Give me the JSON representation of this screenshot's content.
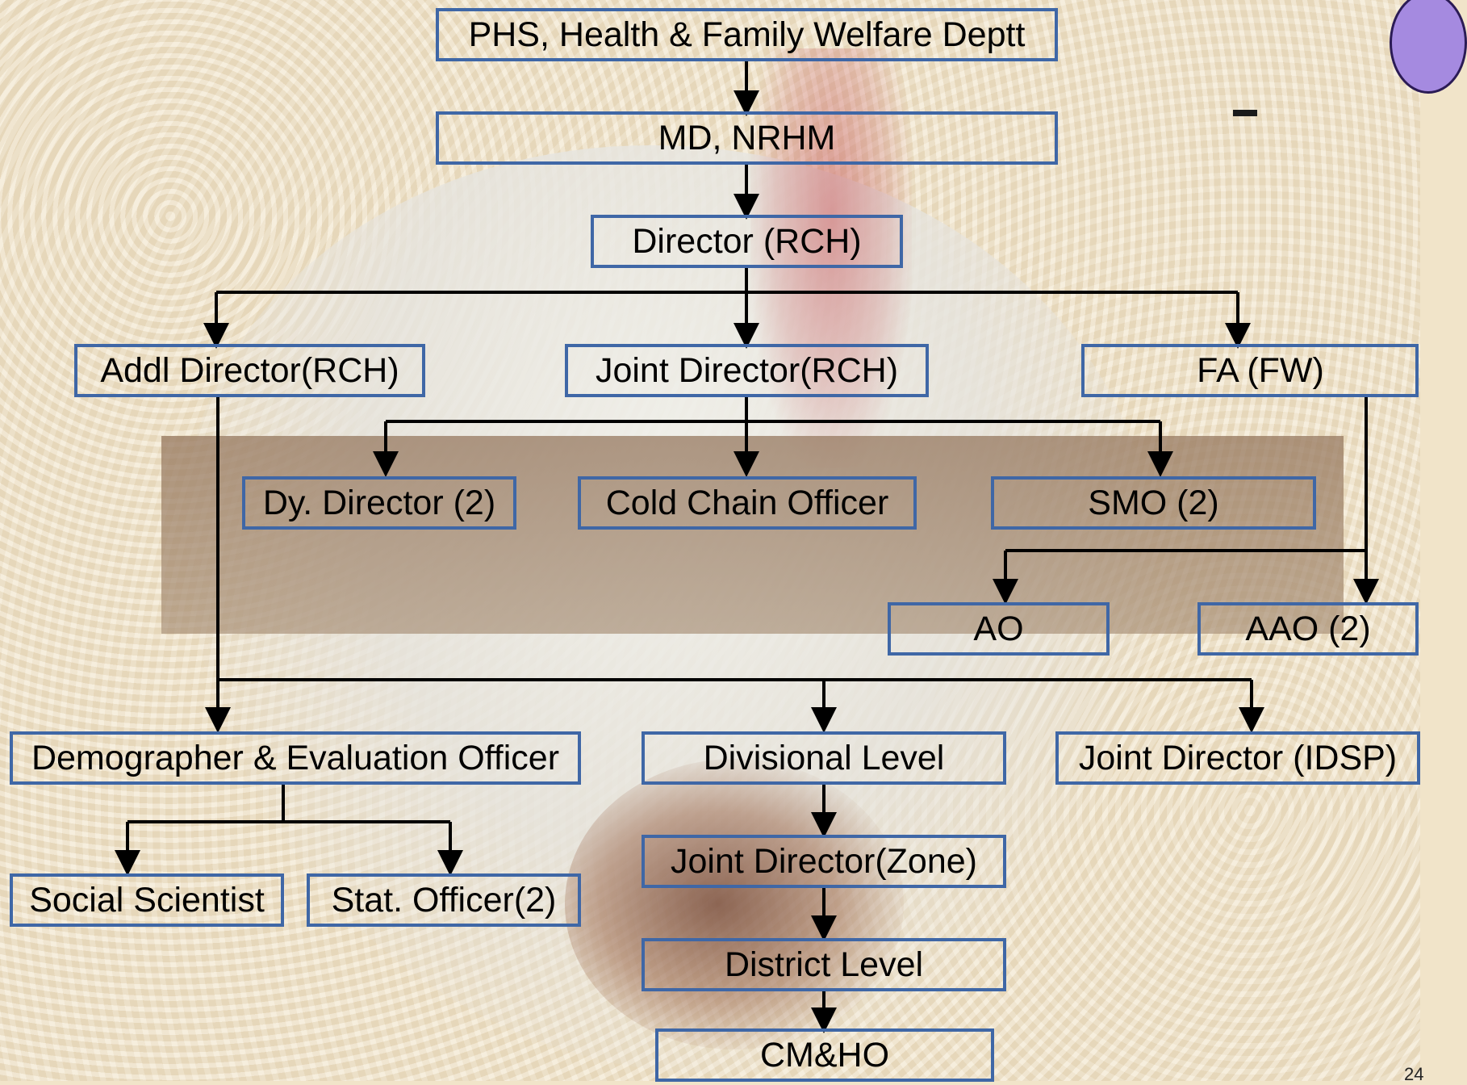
{
  "nodes": {
    "phs": "PHS, Health & Family Welfare Deptt",
    "md": "MD, NRHM",
    "director": "Director (RCH)",
    "addl_director": "Addl Director(RCH)",
    "joint_director_rch": "Joint Director(RCH)",
    "fa_fw": "FA (FW)",
    "dy_director": "Dy. Director (2)",
    "cold_chain": "Cold Chain Officer",
    "smo": "SMO (2)",
    "ao": "AO",
    "aao": "AAO (2)",
    "demographer": "Demographer & Evaluation Officer",
    "divisional": "Divisional Level",
    "joint_director_idsp": "Joint Director (IDSP)",
    "social_scientist": "Social Scientist",
    "stat_officer": "Stat. Officer(2)",
    "joint_director_zone": "Joint Director(Zone)",
    "district": "District Level",
    "cmho": "CM&HO"
  },
  "colors": {
    "box_border": "#3f67a6",
    "connector": "#000000"
  },
  "page_number": "24"
}
